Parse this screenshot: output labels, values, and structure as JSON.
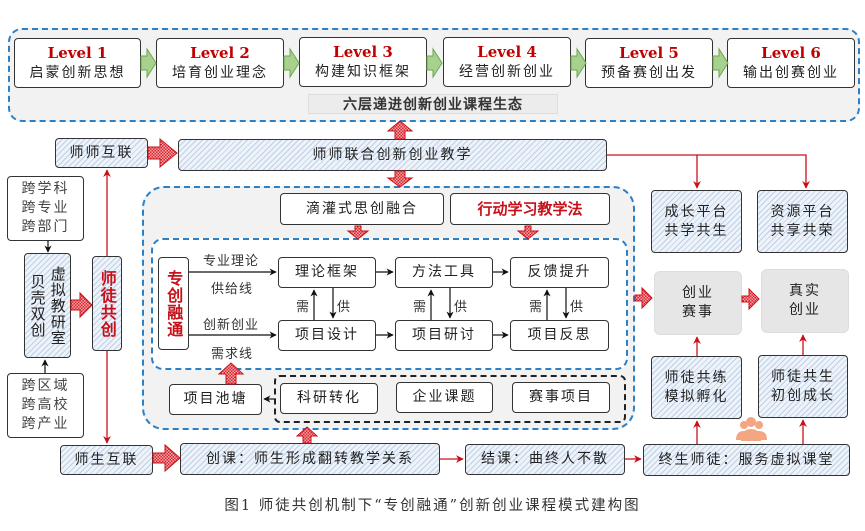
{
  "levels": [
    {
      "level": "Level  1",
      "title": "启蒙创新思想"
    },
    {
      "level": "Level 2",
      "title": "培育创业理念"
    },
    {
      "level": "Level 3",
      "title": "构建知识框架"
    },
    {
      "level": "Level 4",
      "title": "经营创新创业"
    },
    {
      "level": "Level 5",
      "title": "预备赛创出发"
    },
    {
      "level": "Level 6",
      "title": "输出创赛创业"
    }
  ],
  "ecosystem_label": "六层递进创新创业课程生态",
  "left": {
    "teacher_link": "师师互联",
    "cross_top": [
      "跨学科",
      "跨专业",
      "跨部门"
    ],
    "beike_col1": "贝壳双创",
    "beike_col2": "虚拟教研室",
    "mentor": "师徒共创",
    "cross_bottom": [
      "跨区域",
      "跨高校",
      "跨产业"
    ],
    "student_link": "师生互联"
  },
  "joint_teaching": "师师联合创新创业教学",
  "center": {
    "drip": "滴灌式思创融合",
    "action_learning": "行动学习教学法",
    "zhuanchuang": "专创融通",
    "supply_line": [
      "专业理论",
      "供给线"
    ],
    "demand_line": [
      "创新创业",
      "需求线"
    ],
    "top_row": [
      "理论框架",
      "方法工具",
      "反馈提升"
    ],
    "bottom_row": [
      "项目设计",
      "项目研讨",
      "项目反思"
    ],
    "need": "需",
    "supply": "供",
    "project_pool": "项目池塘",
    "sources": [
      "科研转化",
      "企业课题",
      "赛事项目"
    ]
  },
  "right": {
    "growth_platform": [
      "成长平台",
      "共学共生"
    ],
    "resource_platform": [
      "资源平台",
      "共享共荣"
    ],
    "competition": [
      "创业",
      "赛事"
    ],
    "real_startup": [
      "真实",
      "创业"
    ],
    "practice": [
      "师徒共练",
      "模拟孵化"
    ],
    "symbiosis": [
      "师徒共生",
      "初创成长"
    ]
  },
  "bottom": {
    "create_course": "创课：师生形成翻转教学关系",
    "end_course": "结课：曲终人不散",
    "lifelong": "终生师徒：服务虚拟课堂"
  },
  "caption": "图1 师徒共创机制下“专创融通”创新创业课程模式建构图",
  "colors": {
    "level_red": "#c00000",
    "arrow_red": "#d9262e",
    "dash_blue": "#2d7fc6",
    "chevron_green": "#a9d18e",
    "people_icon": "#f4a582"
  }
}
